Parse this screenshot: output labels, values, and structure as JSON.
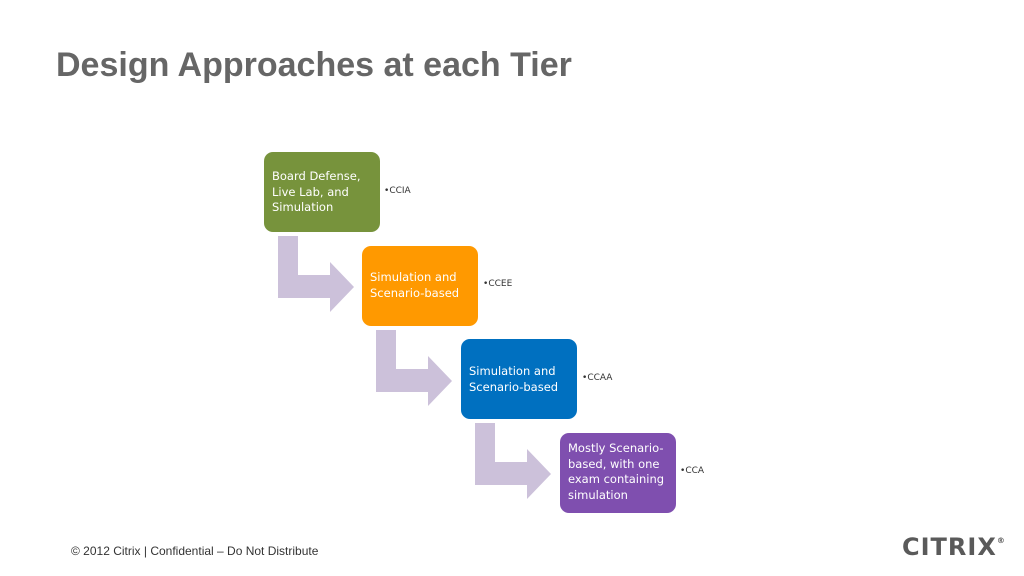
{
  "slide": {
    "title": "Design Approaches at each Tier",
    "footer": "© 2012 Citrix | Confidential – Do Not Distribute",
    "logo_text": "CITRIX",
    "logo_mark": "®"
  },
  "diagram": {
    "boxes": [
      {
        "text": "Board Defense, Live Lab, and Simulation",
        "bullet": "CCIA",
        "color": "#77933c"
      },
      {
        "text": "Simulation and Scenario-based",
        "bullet": "CCEE",
        "color": "#ff9900"
      },
      {
        "text": "Simulation and Scenario-based",
        "bullet": "CCAA",
        "color": "#0070c0"
      },
      {
        "text": "Mostly Scenario-based, with one exam containing simulation",
        "bullet": "CCA",
        "color": "#7f4faf"
      }
    ],
    "arrow_color": "#ccc1da"
  }
}
